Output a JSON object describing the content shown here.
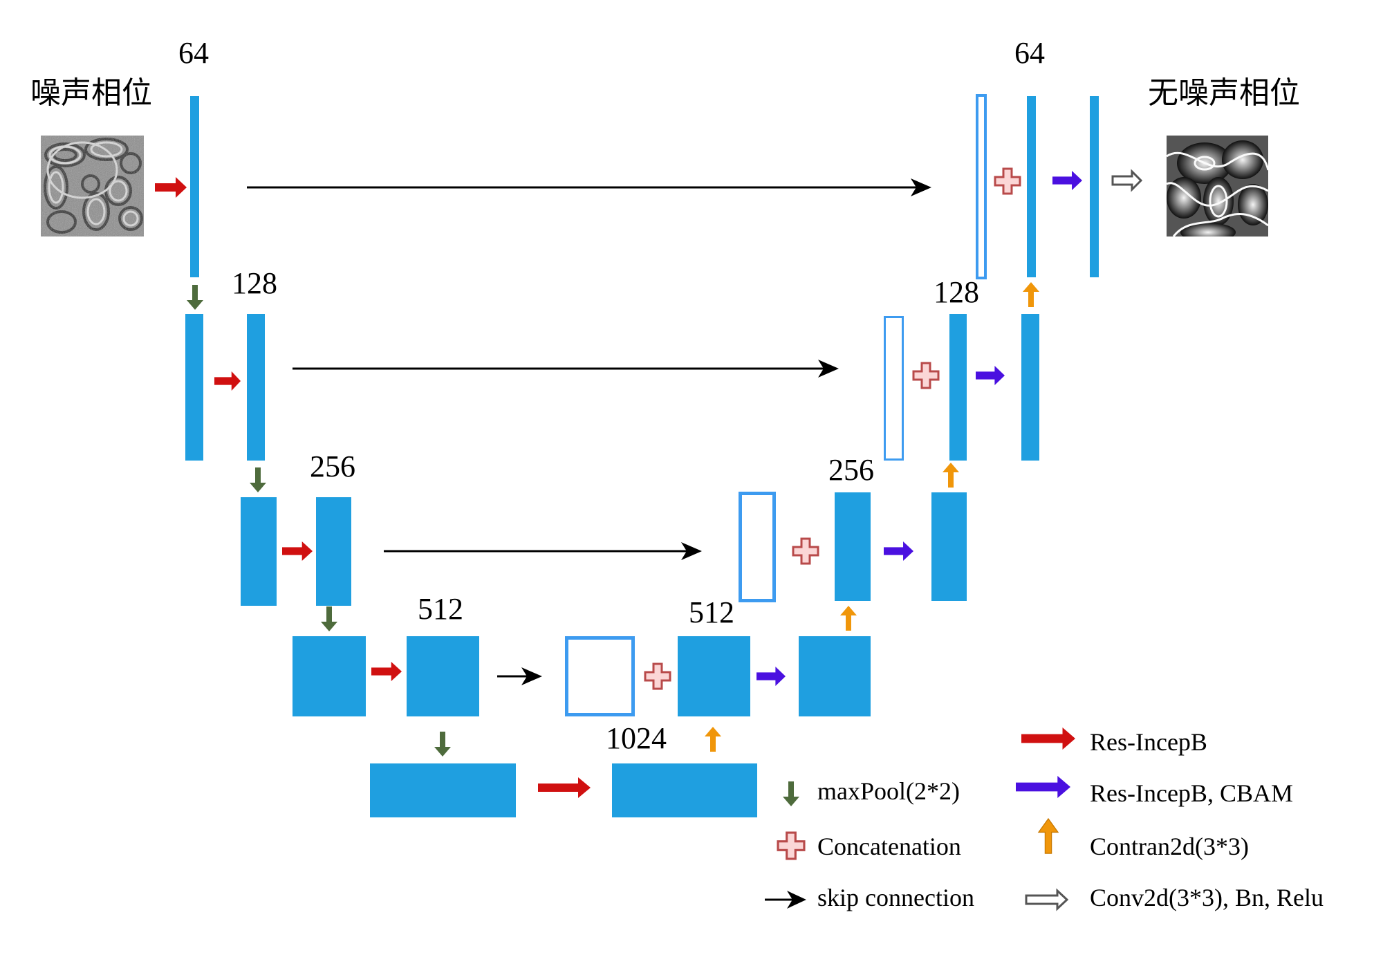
{
  "diagram": {
    "type": "U-Net architecture",
    "input_label": "噪声相位",
    "output_label": "无噪声相位",
    "input_image": "noisy-phase-fringe-image",
    "output_image": "denoised-phase-fringe-image",
    "channel_labels": {
      "enc1": "64",
      "enc2": "128",
      "enc3": "256",
      "enc4": "512",
      "bottleneck": "1024",
      "dec4": "512",
      "dec3": "256",
      "dec2": "128",
      "dec1": "64"
    },
    "colors": {
      "feature_map": "#1f9fe0",
      "concat_copy_outline": "#3d9bf0",
      "res_incepb_arrow": "#d01010",
      "res_incepb_cbam_arrow": "#4a10e0",
      "contran2d_arrow": "#f0960a",
      "maxpool_arrow": "#4e6b3c",
      "concat_icon": "#b84a4a",
      "skip_arrow": "#000000",
      "conv_arrow": "#555555"
    }
  },
  "legend": {
    "maxpool": "maxPool(2*2)",
    "concat": "Concatenation",
    "skip": "skip connection",
    "res_incepb": "Res-IncepB",
    "res_incepb_cbam": "Res-IncepB, CBAM",
    "contran2d": "Contran2d(3*3)",
    "conv": "Conv2d(3*3), Bn, Relu"
  }
}
